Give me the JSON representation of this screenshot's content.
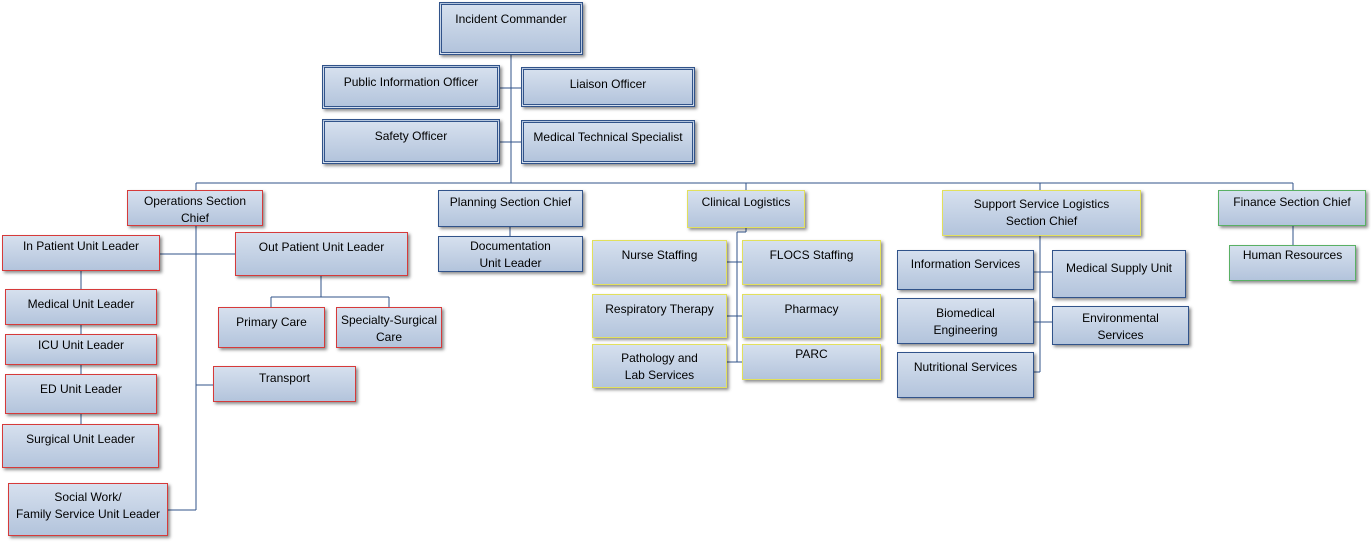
{
  "colors": {
    "box_fill_top": "#d6e0ee",
    "box_fill_bottom": "#b3c4dc",
    "command_border": "#31538a",
    "operations_border": "#d63a3a",
    "clinical_logistics_border": "#e2e05c",
    "support_border": "#e2e05c",
    "finance_border": "#59b064",
    "connector": "#31538a"
  },
  "command": {
    "incident_commander": "Incident Commander",
    "public_information_officer": "Public Information Officer",
    "liaison_officer": "Liaison Officer",
    "safety_officer": "Safety Officer",
    "medical_technical_specialist": "Medical Technical Specialist"
  },
  "operations": {
    "chief": "Operations Section\nChief",
    "in_patient_unit_leader": "In Patient Unit Leader",
    "out_patient_unit_leader": "Out Patient Unit Leader",
    "medical_unit_leader": "Medical Unit Leader",
    "icu_unit_leader": "ICU Unit Leader",
    "ed_unit_leader": "ED Unit Leader",
    "surgical_unit_leader": "Surgical Unit Leader",
    "social_work_unit_leader": "Social Work/\nFamily Service Unit Leader",
    "primary_care": "Primary Care",
    "specialty_surgical_care": "Specialty-Surgical\nCare",
    "transport": "Transport"
  },
  "planning": {
    "chief": "Planning Section Chief",
    "documentation_unit_leader": "Documentation\nUnit Leader"
  },
  "clinical_logistics": {
    "chief": "Clinical Logistics",
    "nurse_staffing": "Nurse Staffing",
    "flocs_staffing": "FLOCS Staffing",
    "respiratory_therapy": "Respiratory Therapy",
    "pharmacy": "Pharmacy",
    "pathology_lab_services": "Pathology and\nLab Services",
    "parc": "PARC"
  },
  "support_logistics": {
    "chief": "Support Service Logistics\nSection Chief",
    "information_services": "Information Services",
    "medical_supply_unit": "Medical Supply Unit",
    "biomedical_engineering": "Biomedical\nEngineering",
    "environmental_services": "Environmental\nServices",
    "nutritional_services": "Nutritional Services"
  },
  "finance": {
    "chief": "Finance Section Chief",
    "human_resources": "Human Resources"
  }
}
